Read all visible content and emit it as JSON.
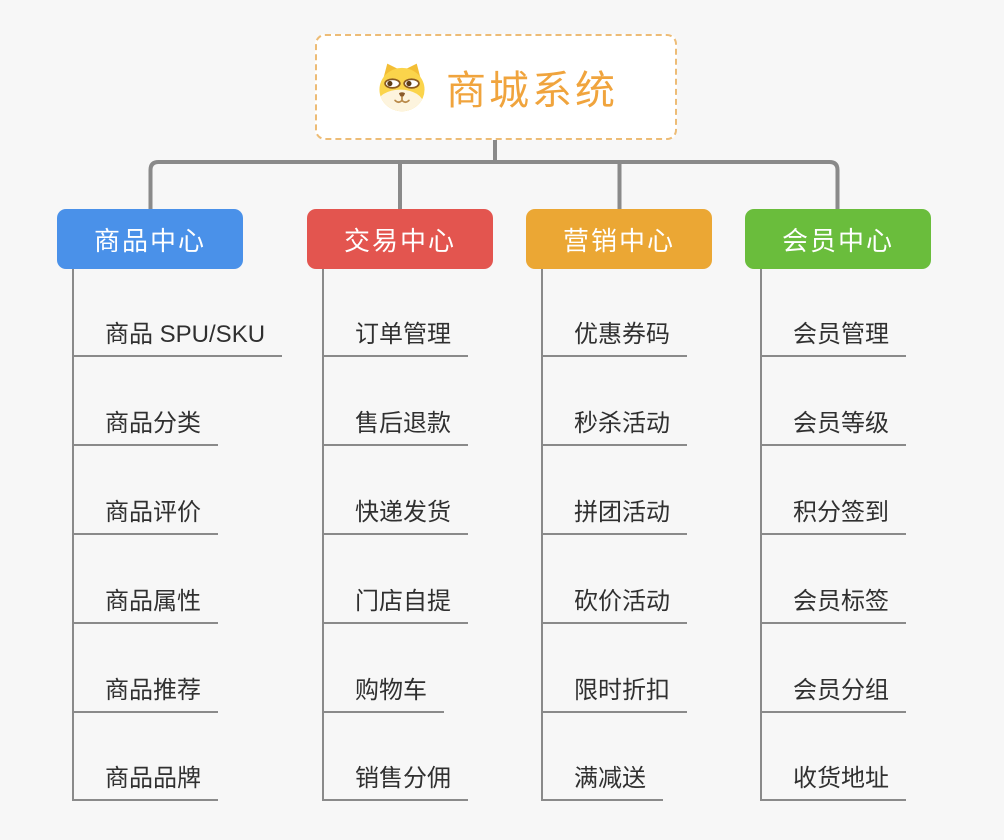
{
  "page": {
    "background": "#F7F7F7",
    "connector_color": "#8A8A8A"
  },
  "root": {
    "title": "商城系统",
    "icon": "shiba-dog-icon",
    "title_color": "#F0A43D",
    "border_color": "#EDBC76"
  },
  "branches": [
    {
      "label": "商品中心",
      "color": "#4A91E9",
      "items": [
        "商品 SPU/SKU",
        "商品分类",
        "商品评价",
        "商品属性",
        "商品推荐",
        "商品品牌"
      ]
    },
    {
      "label": "交易中心",
      "color": "#E3554F",
      "items": [
        "订单管理",
        "售后退款",
        "快递发货",
        "门店自提",
        "购物车",
        "销售分佣"
      ]
    },
    {
      "label": "营销中心",
      "color": "#EBA734",
      "items": [
        "优惠券码",
        "秒杀活动",
        "拼团活动",
        "砍价活动",
        "限时折扣",
        "满减送"
      ]
    },
    {
      "label": "会员中心",
      "color": "#6ABD3C",
      "items": [
        "会员管理",
        "会员等级",
        "积分签到",
        "会员标签",
        "会员分组",
        "收货地址"
      ]
    }
  ]
}
